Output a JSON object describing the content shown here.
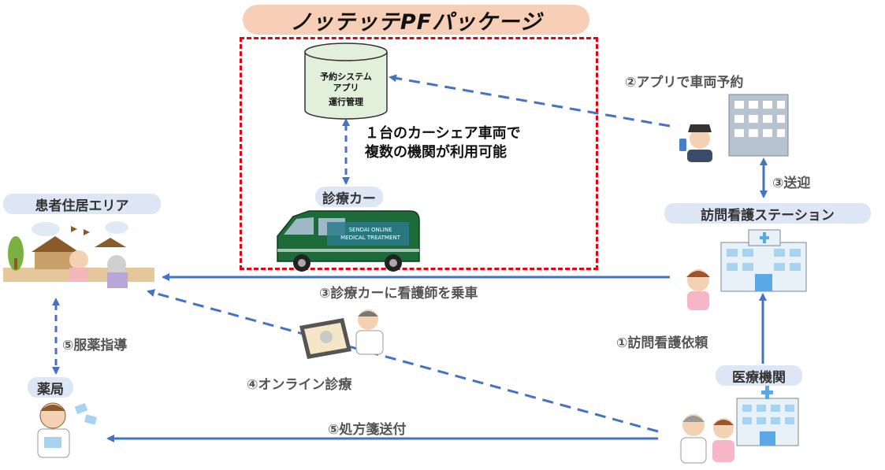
{
  "title": "ノッテッテPFパッケージ",
  "database": {
    "line1": "予約システム",
    "line2": "アプリ",
    "line3": "運行管理"
  },
  "package_note": {
    "line1": "１台のカーシェア車両で",
    "line2": "複数の機関が利用可能"
  },
  "van": {
    "label": "診療カー",
    "text1": "SENDAI ONLINE",
    "text2": "MEDICAL TREATMENT"
  },
  "nodes": {
    "patient_area": "患者住居エリア",
    "pharmacy": "薬局",
    "nursing_station": "訪問看護ステーション",
    "medical_institution": "医療機関"
  },
  "flows": {
    "app_reservation": "②アプリで車両予約",
    "pickup": "③送迎",
    "nurse_ride": "③診療カーに看護師を乗車",
    "nursing_request": "①訪問看護依頼",
    "medication_guidance": "⑤服薬指導",
    "online_consultation": "④オンライン診療",
    "prescription_send": "⑤処方箋送付"
  },
  "colors": {
    "arrow": "#4472c4",
    "package_border": "#e60012",
    "title_bg": "#f7cfb6",
    "node_label_bg": "#dde6f4",
    "van_body": "#1e6b3a"
  }
}
